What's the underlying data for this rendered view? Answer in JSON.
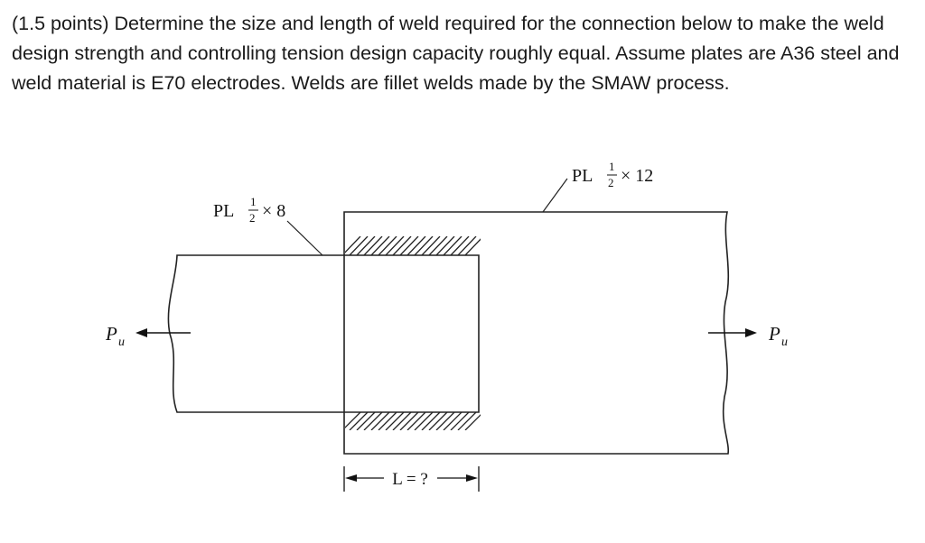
{
  "question": {
    "text": "(1.5 points) Determine the size and length of weld required for the connection below to make the weld design strength and controlling tension design capacity roughly equal. Assume plates are A36 steel and weld material is E70 electrodes. Welds are fillet welds made by the SMAW process."
  },
  "figure": {
    "small_plate": {
      "prefix": "PL",
      "num": "1",
      "den": "2",
      "suffix": "× 8"
    },
    "large_plate": {
      "prefix": "PL",
      "num": "1",
      "den": "2",
      "suffix": "× 12"
    },
    "load_left": {
      "main": "P",
      "sub": "u"
    },
    "load_right": {
      "main": "P",
      "sub": "u"
    },
    "length_label": "L = ?"
  }
}
